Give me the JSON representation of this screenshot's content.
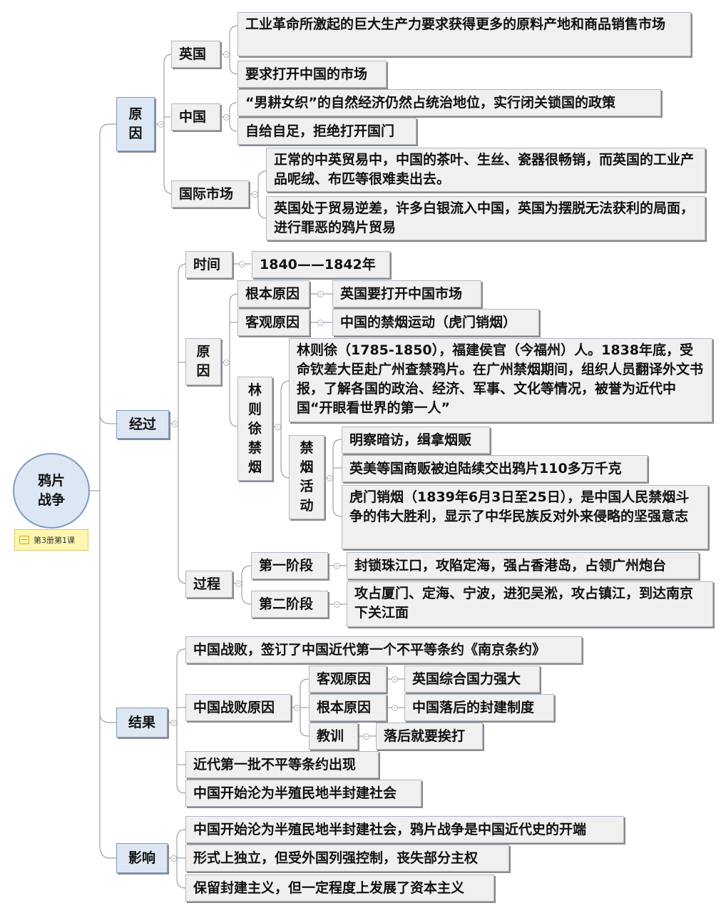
{
  "root": {
    "title": "鸦片战争",
    "tag": "第3册第1课"
  },
  "cause": {
    "label": "原因",
    "britain": {
      "label": "英国",
      "items": [
        "工业革命所激起的巨大生产力要求获得更多的原料产地和商品销售市场",
        "要求打开中国的市场"
      ]
    },
    "china": {
      "label": "中国",
      "items": [
        "“男耕女织”的自然经济仍然占统治地位，实行闭关锁国的政策",
        "自给自足，拒绝打开国门"
      ]
    },
    "market": {
      "label": "国际市场",
      "items": [
        "正常的中英贸易中，中国的茶叶、生丝、瓷器很畅销，而英国的工业产品呢绒、布匹等很难卖出去。",
        "英国处于贸易逆差，许多白银流入中国，英国为摆脱无法获利的局面，进行罪恶的鸦片贸易"
      ]
    }
  },
  "process": {
    "label": "经过",
    "time": {
      "label": "时间",
      "value": "1840——1842年"
    },
    "reason": {
      "label": "原因",
      "fundamental": {
        "label": "根本原因",
        "value": "英国要打开中国市场"
      },
      "objective": {
        "label": "客观原因",
        "value": "中国的禁烟运动（虎门销烟）"
      },
      "lin": {
        "label": "林则徐禁烟",
        "bio": "林则徐（1785-1850），福建侯官（今福州）人。1838年底，受命钦差大臣赴广州查禁鸦片。在广州禁烟期间，组织人员翻译外文书报，了解各国的政治、经济、军事、文化等情况，被誉为近代中国“开眼看世界的第一人”",
        "activity": {
          "label": "禁烟活动",
          "items": [
            "明察暗访，缉拿烟贩",
            "英美等国商贩被迫陆续交出鸦片110多万千克",
            "虎门销烟（1839年6月3日至25日），是中国人民禁烟斗争的伟大胜利，显示了中华民族反对外来侵略的坚强意志"
          ]
        }
      }
    },
    "course": {
      "label": "过程",
      "stage1": {
        "label": "第一阶段",
        "value": "封锁珠江口，攻陷定海，强占香港岛，占领广州炮台"
      },
      "stage2": {
        "label": "第二阶段",
        "value": "攻占厦门、定海、宁波，进犯吴淞，攻占镇江，到达南京下关江面"
      }
    }
  },
  "result": {
    "label": "结果",
    "r1": "中国战败，签订了中国近代第一个不平等条约《南京条约》",
    "defeat": {
      "label": "中国战败原因",
      "objective": {
        "label": "客观原因",
        "value": "英国综合国力强大"
      },
      "fundamental": {
        "label": "根本原因",
        "value": "中国落后的封建制度"
      },
      "lesson": {
        "label": "教训",
        "value": "落后就要挨打"
      }
    },
    "r3": "近代第一批不平等条约出现",
    "r4": "中国开始沦为半殖民地半封建社会"
  },
  "impact": {
    "label": "影响",
    "items": [
      "中国开始沦为半殖民地半封建社会，鸦片战争是中国近代史的开端",
      "形式上独立，但受外国列强控制，丧失部分主权",
      "保留封建主义，但一定程度上发展了资本主义"
    ]
  }
}
